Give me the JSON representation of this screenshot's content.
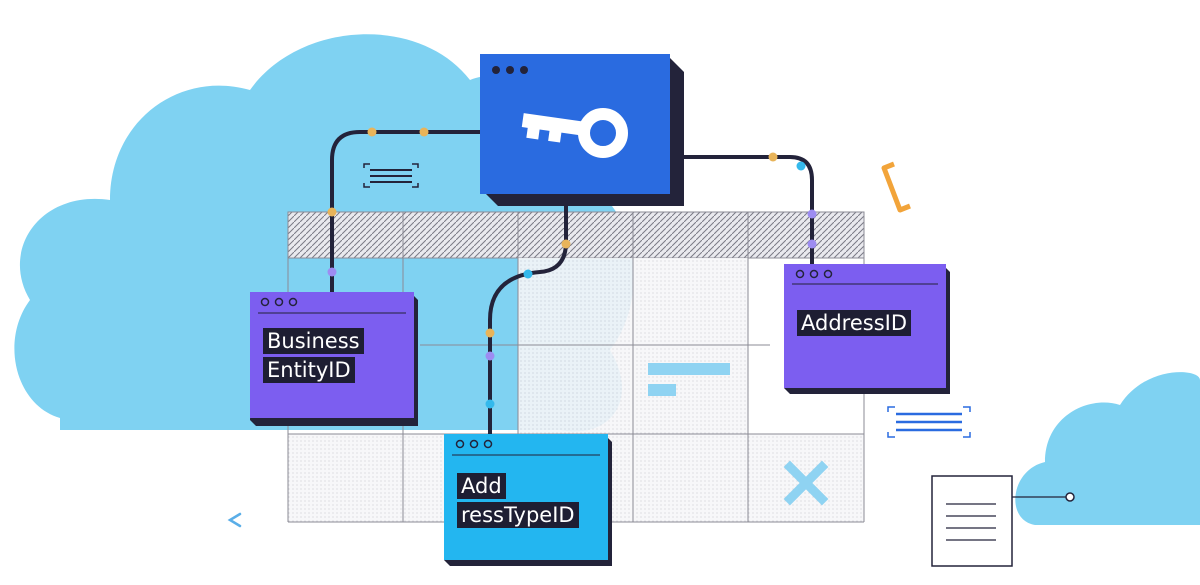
{
  "colors": {
    "cloud": "#7fd2f2",
    "key_window": "#2a6be0",
    "entity_window": "#7c5ef0",
    "addresstype_window": "#23b6f0",
    "outline": "#23233a",
    "connector_dot_gold": "#e8b45a",
    "connector_dot_violet": "#9d8cf2",
    "connector_dot_cyan": "#34b9ec",
    "bracket_orange": "#f2a43a",
    "x_mark": "#8fd3f2"
  },
  "icons": {
    "key": "key-icon",
    "window_dots": "window-dots-icon",
    "x_mark": "x-mark-icon",
    "document": "document-icon",
    "chevron": "chevron-left-icon"
  },
  "nodes": {
    "key": {
      "label": ""
    },
    "business_entity": {
      "lines": [
        "Business",
        "EntityID"
      ]
    },
    "address": {
      "lines": [
        "AddressID"
      ]
    },
    "address_type": {
      "lines": [
        "Add",
        "ressTypeID"
      ]
    }
  }
}
